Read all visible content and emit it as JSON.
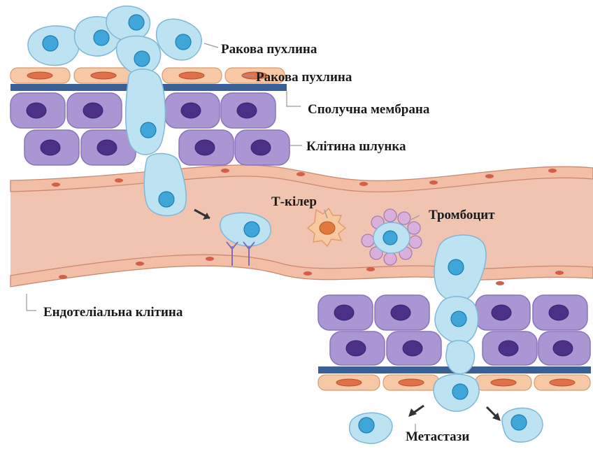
{
  "labels": {
    "tumor_top": "Ракова пухлина",
    "tumor_second": "Ракова пухлина",
    "connective_membrane": "Сполучна мембрана",
    "stomach_cell": "Клітина шлунка",
    "t_killer": "Т-кілер",
    "platelet": "Тромбоцит",
    "endothelial_cell": "Ендотеліальна клітина",
    "metastases": "Метастази"
  },
  "colors": {
    "cancer_cell": "#bde3f3",
    "cancer_nucleus": "#3ea6d9",
    "stomach_cell": "#a996d2",
    "stomach_nucleus": "#4c2f86",
    "basement_membrane": "#3a5f95",
    "endothelium": "#f6c8a6",
    "vessel_lumen": "#f1c4b2",
    "t_killer": "#f6c9a0",
    "platelet": "#d9b0dc"
  }
}
